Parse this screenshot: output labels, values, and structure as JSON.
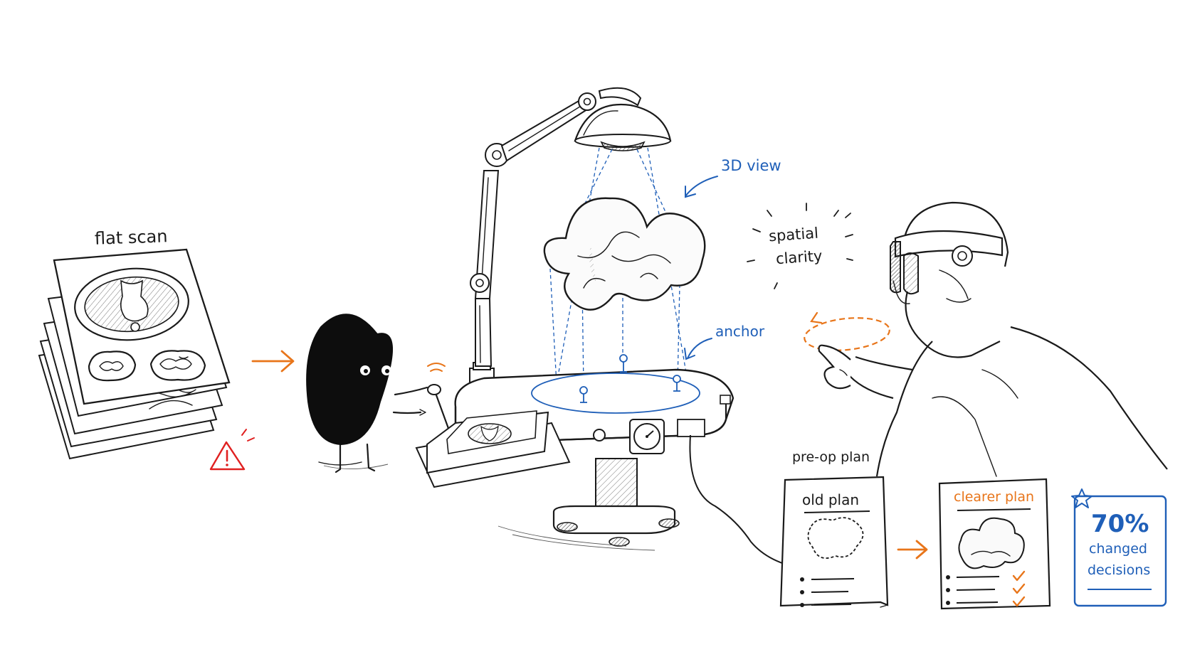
{
  "labels": {
    "flat_scan": "flat scan",
    "view_3d": "3D view",
    "anchor": "anchor",
    "spatial_line1": "spatial",
    "spatial_line2": "clarity",
    "pre_op_plan": "pre-op plan",
    "old_plan": "old plan",
    "clearer_plan": "clearer plan",
    "stat_value": "70%",
    "stat_line1": "changed",
    "stat_line2": "decisions"
  },
  "colors": {
    "ink": "#1a1a1a",
    "blue_accent": "#1f5fb8",
    "orange_accent": "#e8751a",
    "warning_red": "#e02020",
    "character_fill": "#0d0d0d"
  },
  "icons": {
    "warning": "warning-triangle-icon",
    "star": "star-icon",
    "check": "checkmark-icon",
    "arrow": "right-arrow-icon"
  }
}
